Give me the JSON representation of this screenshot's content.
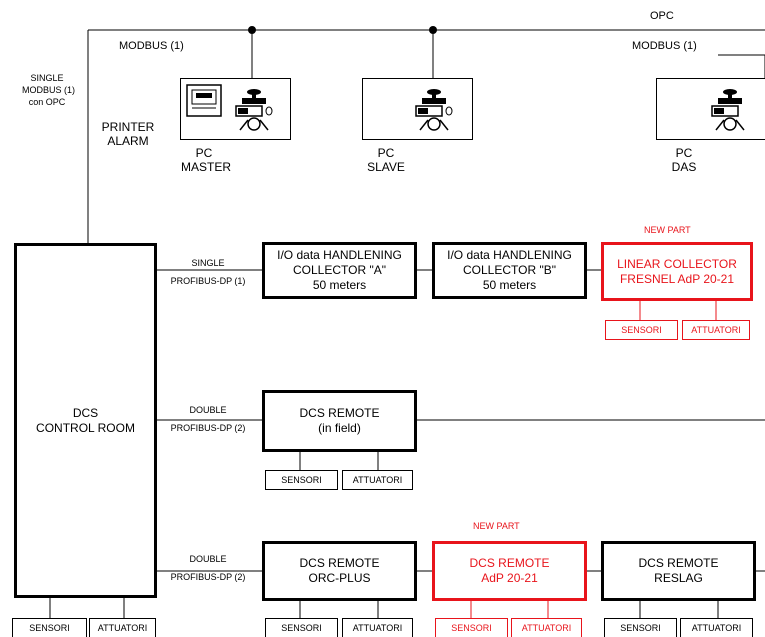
{
  "top": {
    "opc": "OPC",
    "modbus_left": "MODBUS (1)",
    "modbus_right": "MODBUS (1)",
    "single_modbus": [
      "SINGLE",
      "MODBUS  (1)",
      "con OPC"
    ]
  },
  "pcs": {
    "printer_alarm": [
      "PRINTER",
      "ALARM"
    ],
    "master": [
      "PC",
      "MASTER"
    ],
    "slave": [
      "PC",
      "SLAVE"
    ],
    "das": [
      "PC",
      "DAS"
    ]
  },
  "control_room": [
    "DCS",
    "CONTROL ROOM"
  ],
  "buses": {
    "row1": [
      "SINGLE",
      "PROFIBUS-DP (1)"
    ],
    "row2": [
      "DOUBLE",
      "PROFIBUS-DP (2)"
    ],
    "row3": [
      "DOUBLE",
      "PROFIBUS-DP (2)"
    ]
  },
  "row1": {
    "collector_a": [
      "I/O data HANDLENING",
      "COLLECTOR \"A\"",
      "50 meters"
    ],
    "collector_b": [
      "I/O data HANDLENING",
      "COLLECTOR \"B\"",
      "50 meters"
    ],
    "new_part": "NEW PART",
    "linear": [
      "LINEAR COLLECTOR",
      "FRESNEL AdP 20-21"
    ],
    "sensori": "SENSORI",
    "attuatori": "ATTUATORI"
  },
  "row2": {
    "remote_field": [
      "DCS REMOTE",
      "(in field)"
    ],
    "sensori": "SENSORI",
    "attuatori": "ATTUATORI"
  },
  "row3": {
    "new_part": "NEW PART",
    "orc": [
      "DCS REMOTE",
      "ORC-PLUS"
    ],
    "adp": [
      "DCS REMOTE",
      "AdP 20-21"
    ],
    "reslag": [
      "DCS REMOTE",
      "RESLAG"
    ],
    "sensori": "SENSORI",
    "attuatori": "ATTUATORI"
  },
  "colors": {
    "line": "#000000",
    "new_part": "#e8141b"
  }
}
